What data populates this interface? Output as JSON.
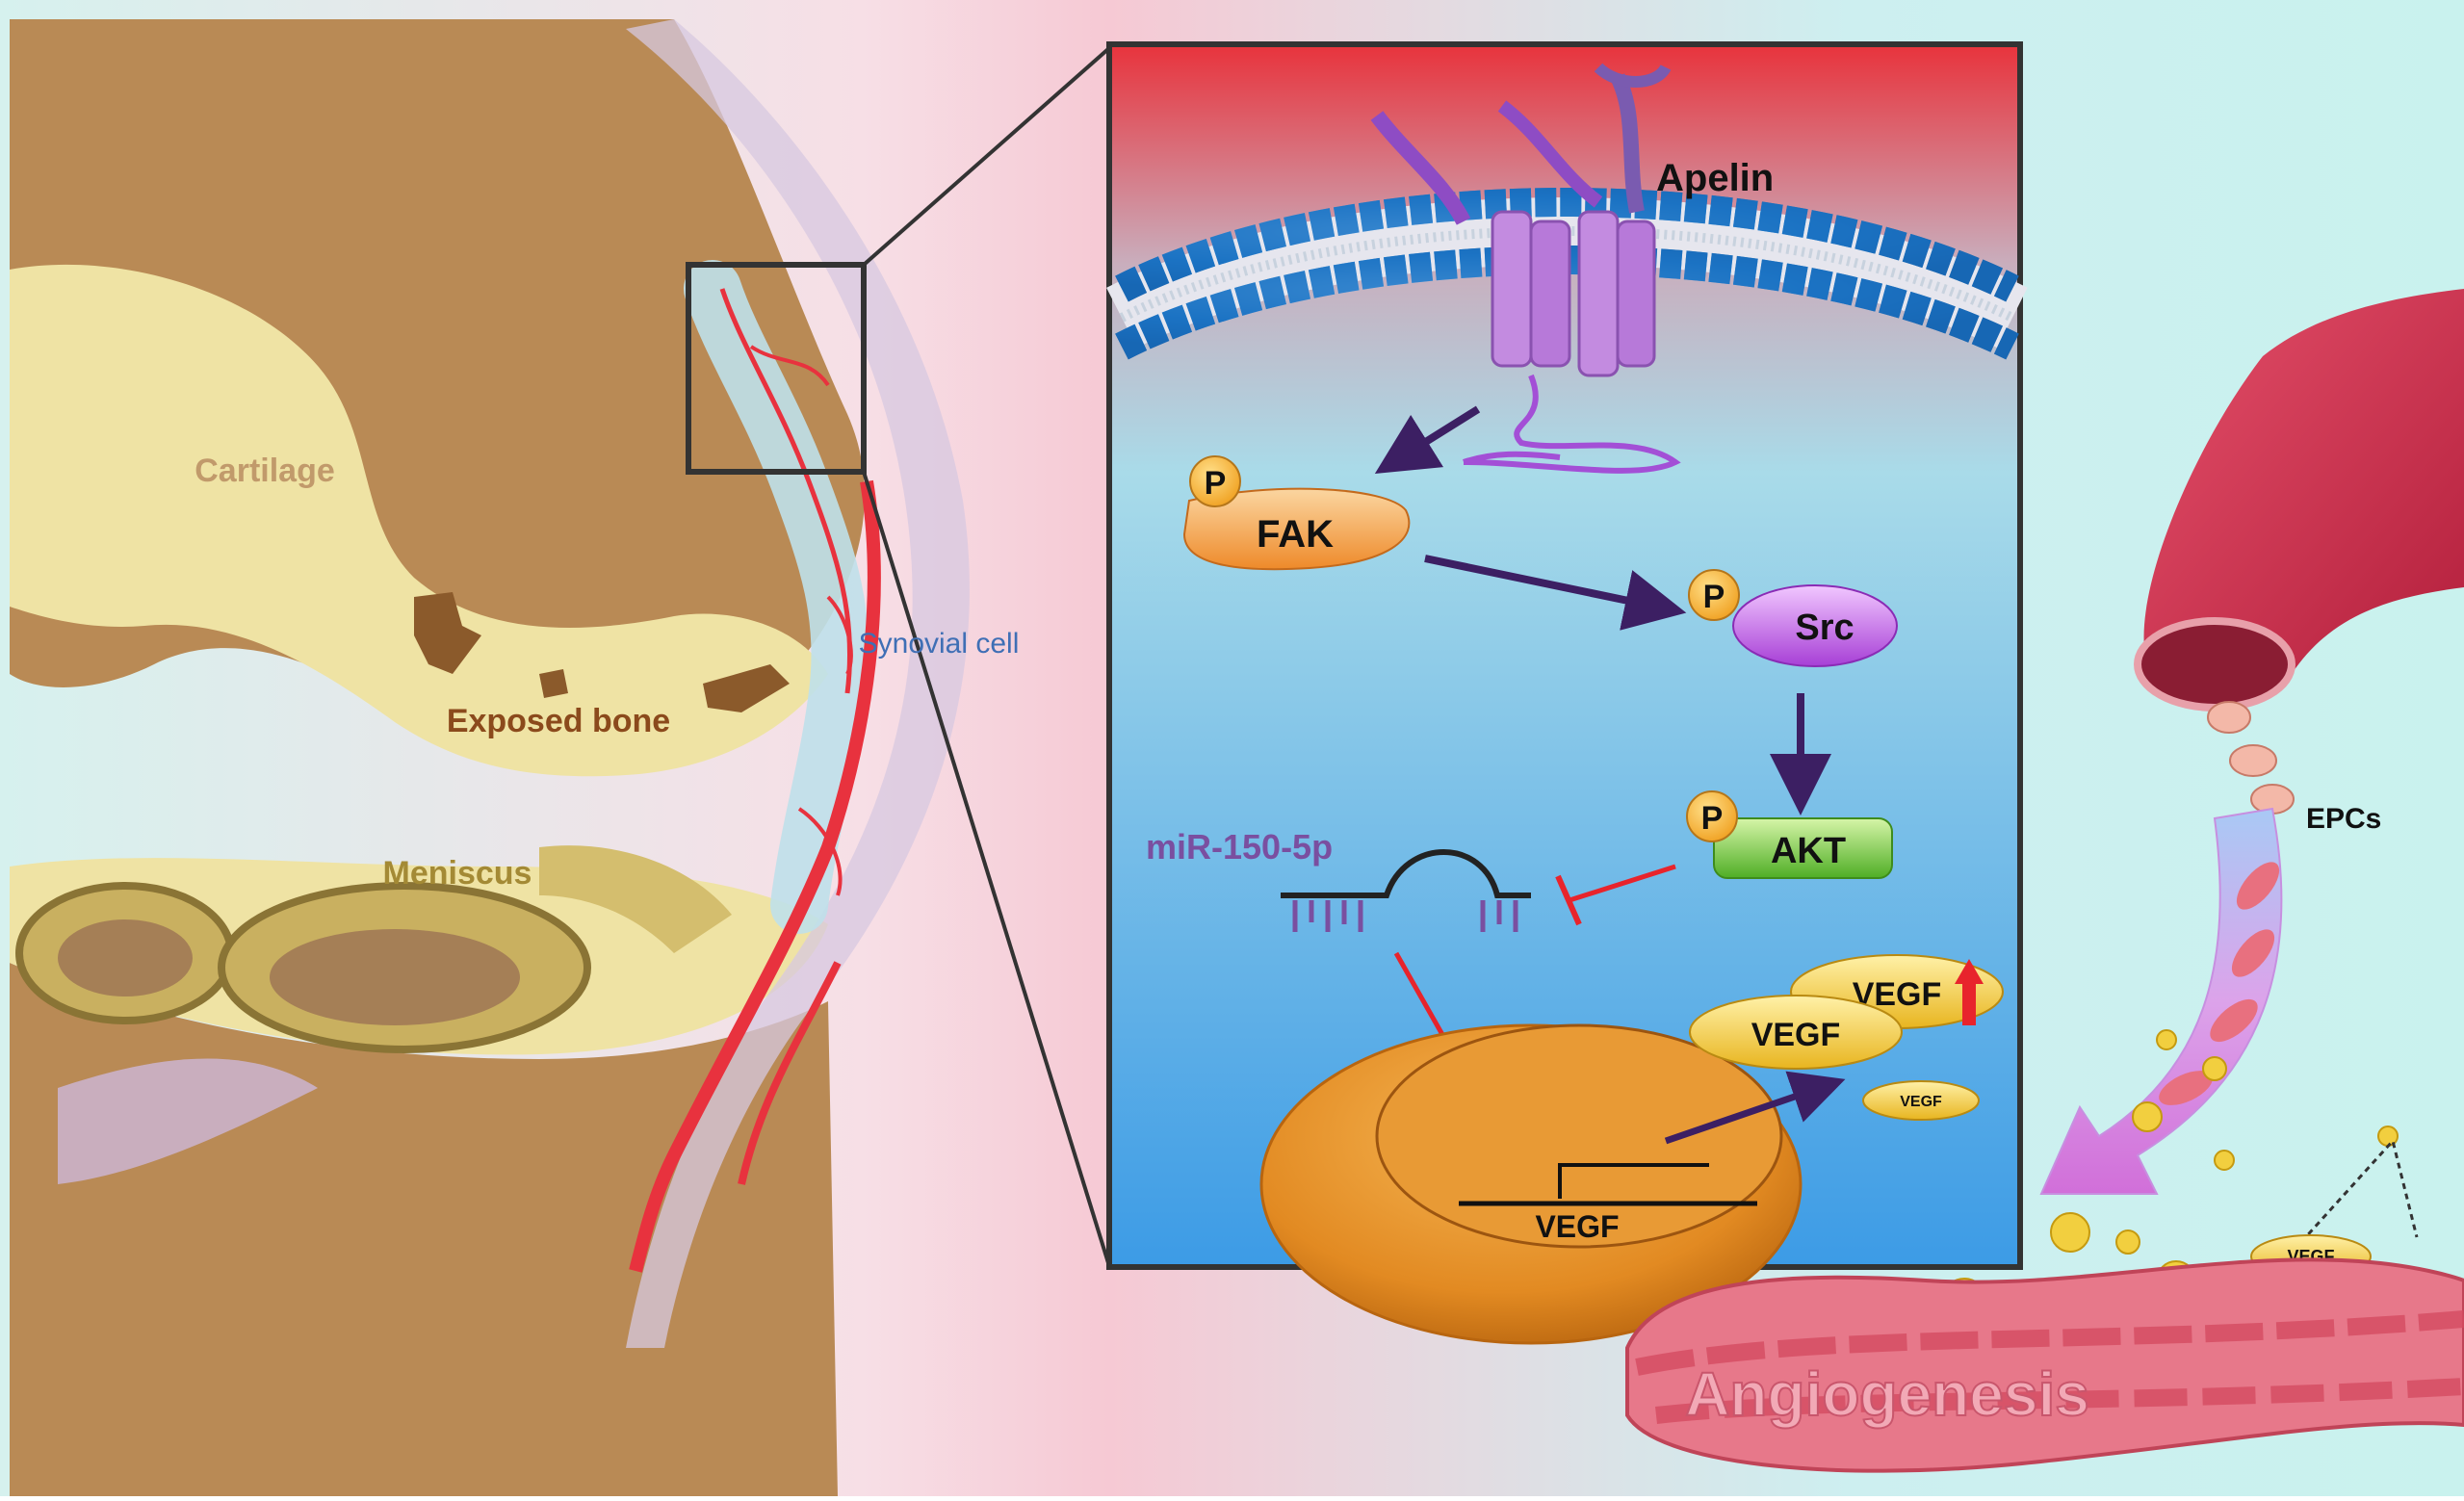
{
  "labels": {
    "cartilage": "Cartilage",
    "exposed_bone": "Exposed bone",
    "meniscus": "Meniscus",
    "synovial_cell": "Synovial cell",
    "apelin": "Apelin",
    "p": "P",
    "fak": "FAK",
    "src": "Src",
    "akt": "AKT",
    "mirna": "miR-150-5p",
    "vegf": "VEGF",
    "epcs": "EPCs",
    "angiogenesis": "Angiogenesis"
  },
  "colors": {
    "bone": "#b98a55",
    "cartilage": "#efe3a4",
    "inset_top": "#e8333c",
    "inset_bottom": "#3c9be6",
    "arrow": "#3c1f63",
    "inhibit": "#e8242c",
    "vessel": "#d9344a",
    "fak": "#f29a3a",
    "src": "#b452e0",
    "akt": "#69c23c",
    "vegf": "#f0cc3a",
    "mirna_text": "#7a4fa0",
    "synovial_text": "#3f6fb5"
  }
}
